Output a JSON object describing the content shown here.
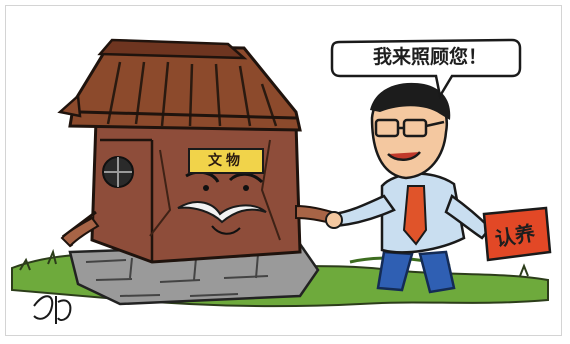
{
  "cartoon": {
    "speech_bubble": "我来照顾您！",
    "plaque": "文物",
    "flag": "认养"
  },
  "colors": {
    "roof": "#8c4a2c",
    "wall": "#8e4d3a",
    "plaque": "#f1d34a",
    "shirt": "#c9def0",
    "pants": "#2f5fb3",
    "tie": "#e0542a",
    "flag": "#e24826",
    "grass": "#6eaa3c",
    "skin": "#f4c8a0"
  },
  "icons": [
    "speech-bubble-icon",
    "signature-icon"
  ]
}
